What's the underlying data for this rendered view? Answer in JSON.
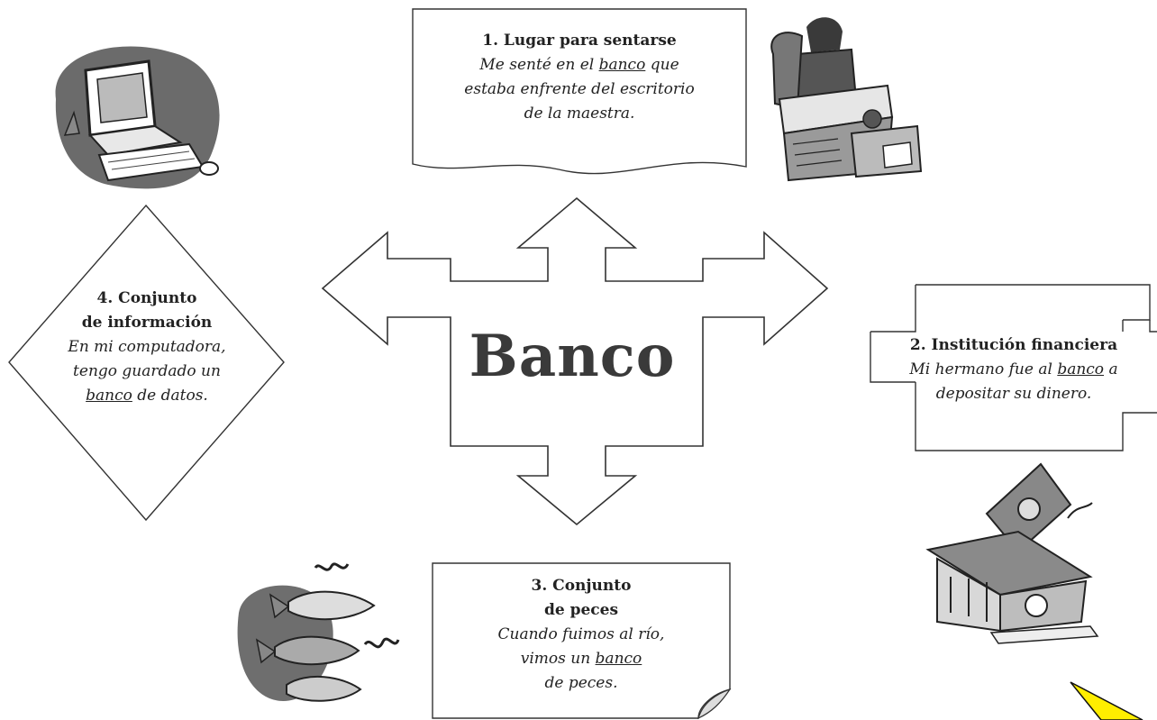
{
  "center": {
    "word": "Banco"
  },
  "meanings": [
    {
      "title": "1. Lugar para sentarse",
      "line1_pre": "Me senté en el ",
      "line1_word": "banco",
      "line1_post": " que",
      "line2": "estaba enfrente del escritorio",
      "line3": "de la maestra."
    },
    {
      "title": "2. Institución financiera",
      "line1_pre": "Mi hermano fue al ",
      "line1_word": "banco",
      "line1_post": " a",
      "line2": "depositar su dinero."
    },
    {
      "title_1": "3. Conjunto",
      "title_2": "de peces",
      "line1": "Cuando fuimos al río,",
      "line2_pre": "vimos un ",
      "line2_word": "banco",
      "line3": "de peces."
    },
    {
      "title_1": "4. Conjunto",
      "title_2": "de información",
      "line1": "En mi computadora,",
      "line2": "tengo guardado un",
      "line3_word": "banco",
      "line3_post": " de datos."
    }
  ],
  "illustrations": [
    "computer-clipart",
    "desk-worker-clipart",
    "bank-building-clipart",
    "fish-clipart"
  ],
  "colors": {
    "ink": "#222222",
    "accent": "#ffee00"
  }
}
